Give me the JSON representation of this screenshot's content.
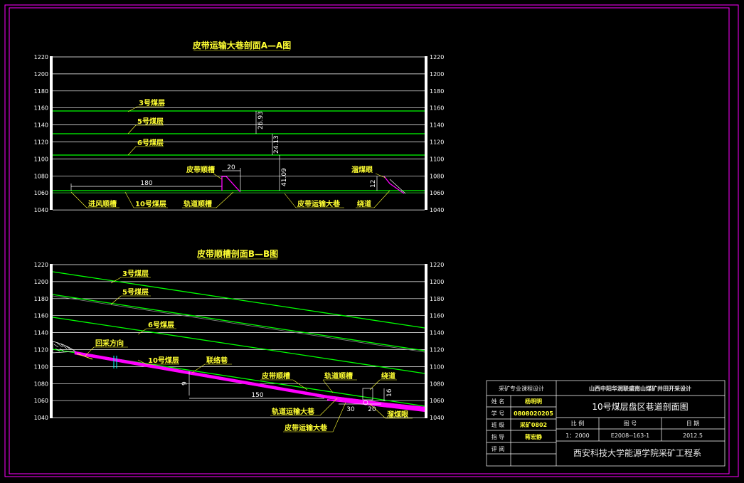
{
  "colors": {
    "frame": "#ff00ff",
    "grid": "#ffffff",
    "seam": "#00ff00",
    "label": "#ffff33",
    "roadway": "#ff00ff",
    "leader": "#00ffff"
  },
  "section_a": {
    "title": "皮带运输大巷剖面A—A图",
    "ticks": [
      "1220",
      "1200",
      "1180",
      "1160",
      "1140",
      "1120",
      "1100",
      "1080",
      "1060",
      "1040"
    ],
    "seam_3": "3号煤层",
    "seam_5": "5号煤层",
    "seam_6": "6号煤层",
    "seam_10": "10号煤层",
    "belt_chute": "皮带顺槽",
    "track_chute": "轨道顺槽",
    "belt_roadway": "皮带运输大巷",
    "intake_chute": "进风顺槽",
    "coal_bunker": "溜煤眼",
    "winding_way": "绕道",
    "dim_180": "180",
    "dim_20": "20",
    "dim_12": "12",
    "dim_26": "26.93",
    "dim_24": "24.13",
    "dim_41": "41.09"
  },
  "section_b": {
    "title": "皮带顺槽剖面B—B图",
    "ticks": [
      "1220",
      "1200",
      "1180",
      "1160",
      "1140",
      "1120",
      "1100",
      "1080",
      "1060",
      "1040"
    ],
    "seam_3": "3号煤层",
    "seam_5": "5号煤层",
    "seam_6": "6号煤层",
    "seam_10": "10号煤层",
    "mining_direction": "回采方向",
    "contact_lane": "联络巷",
    "belt_chute": "皮带顺槽",
    "track_chute": "轨道顺槽",
    "winding_way": "绕道",
    "track_roadway": "轨道运输大巷",
    "belt_roadway": "皮带运输大巷",
    "coal_bunker": "溜煤眼",
    "dim_150": "150",
    "dim_30": "30",
    "dim_20": "20",
    "dim_9": "9",
    "dim_16": "16"
  },
  "title_block": {
    "course": "采矿专业课程设计",
    "project": "山西中阳华润联盛南山煤矿井田开采设计",
    "name_label": "姓 名",
    "name_value": "杨明明",
    "id_label": "学 号",
    "id_value": "0808020205",
    "class_label": "班 级",
    "class_value": "采矿0802",
    "advisor_label": "指 导",
    "advisor_value": "蒋宏静",
    "review_label": "评 阅",
    "drawing_title": "10号煤层盘区巷道剖面图",
    "scale_label": "比  例",
    "number_label": "图  号",
    "date_label": "日  期",
    "scale_value": "1：2000",
    "number_value": "E2008--163-1",
    "date_value": "2012.5",
    "school": "西安科技大学能源学院采矿工程系"
  }
}
